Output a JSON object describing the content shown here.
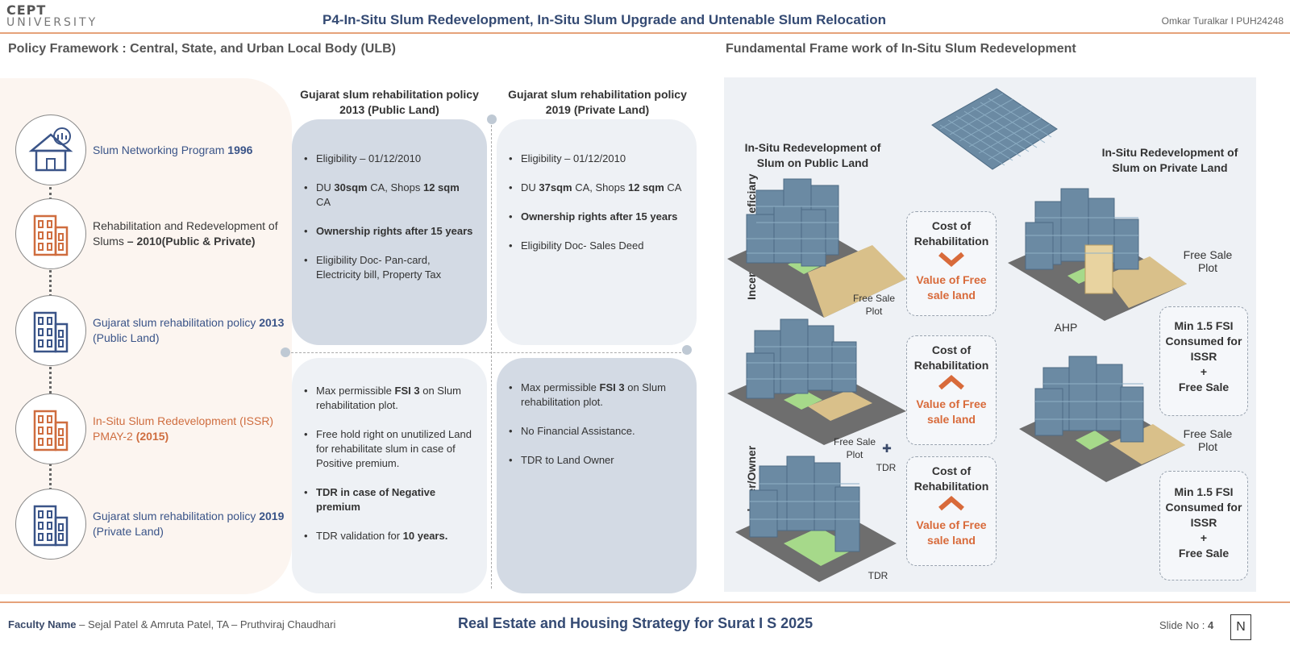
{
  "header": {
    "logo_line1": "CEPT",
    "logo_line2": "UNIVERSITY",
    "title": "P4-In-Situ Slum Redevelopment, In-Situ Slum Upgrade and Untenable Slum Relocation",
    "author": "Omkar Turalkar I PUH24248"
  },
  "sections": {
    "left_title": "Policy Framework : Central, State, and Urban Local Body (ULB)",
    "right_title": "Fundamental Frame work of In-Situ Slum Redevelopment"
  },
  "timeline": [
    {
      "icon": "house-growth-icon",
      "parts": [
        {
          "t": "Slum Networking Program ",
          "b": false
        },
        {
          "t": "1996",
          "b": true
        }
      ],
      "color": "#3a5488"
    },
    {
      "icon": "building-icon",
      "parts": [
        {
          "t": "Rehabilitation and Redevelopment of Slums ",
          "b": false
        },
        {
          "t": "– 2010(Public & Private)",
          "b": true
        }
      ],
      "color": "#3a3a3a"
    },
    {
      "icon": "building-icon",
      "parts": [
        {
          "t": "Gujarat slum rehabilitation policy ",
          "b": false
        },
        {
          "t": "2013",
          "b": true
        },
        {
          "t": " (Public Land)",
          "b": false
        }
      ],
      "color": "#3a5488"
    },
    {
      "icon": "building-icon",
      "parts": [
        {
          "t": "In-Situ Slum Redevelopment (ISSR) PMAY-2 ",
          "b": false
        },
        {
          "t": "(2015)",
          "b": true
        }
      ],
      "color": "#cf6d3f"
    },
    {
      "icon": "building-icon",
      "parts": [
        {
          "t": "Gujarat slum rehabilitation policy ",
          "b": false
        },
        {
          "t": "2019",
          "b": true
        },
        {
          "t": " (Private Land)",
          "b": false
        }
      ],
      "color": "#3a5488"
    }
  ],
  "policies": {
    "public_head": "Gujarat slum rehabilitation policy 2013 (Public Land)",
    "private_head": "Gujarat slum rehabilitation policy 2019 (Private Land)",
    "public_beneficiary": [
      {
        "parts": [
          {
            "t": "Eligibility – 01/12/2010",
            "b": false
          }
        ]
      },
      {
        "parts": [
          {
            "t": "DU ",
            "b": false
          },
          {
            "t": "30sqm",
            "b": true
          },
          {
            "t": " CA, Shops ",
            "b": false
          },
          {
            "t": "12 sqm",
            "b": true
          },
          {
            "t": " CA",
            "b": false
          }
        ]
      },
      {
        "parts": [
          {
            "t": "Ownership rights after 15 years",
            "b": true
          }
        ]
      },
      {
        "parts": [
          {
            "t": "Eligibility Doc- Pan-card, Electricity bill, Property Tax",
            "b": false
          }
        ]
      }
    ],
    "private_beneficiary": [
      {
        "parts": [
          {
            "t": "Eligibility – 01/12/2010",
            "b": false
          }
        ]
      },
      {
        "parts": [
          {
            "t": "DU ",
            "b": false
          },
          {
            "t": "37sqm",
            "b": true
          },
          {
            "t": " CA, Shops ",
            "b": false
          },
          {
            "t": "12 sqm",
            "b": true
          },
          {
            "t": " CA",
            "b": false
          }
        ]
      },
      {
        "parts": [
          {
            "t": "Ownership rights after 15 years",
            "b": true
          }
        ]
      },
      {
        "parts": [
          {
            "t": "Eligibility Doc- Sales Deed",
            "b": false
          }
        ]
      }
    ],
    "public_developer": [
      {
        "parts": [
          {
            "t": "Max permissible ",
            "b": false
          },
          {
            "t": "FSI 3",
            "b": true
          },
          {
            "t": " on Slum rehabilitation plot.",
            "b": false
          }
        ]
      },
      {
        "parts": [
          {
            "t": "Free hold right on unutilized Land for rehabilitate slum in case of Positive premium.",
            "b": false
          }
        ]
      },
      {
        "parts": [
          {
            "t": "TDR in case of Negative premium",
            "b": true
          }
        ]
      },
      {
        "parts": [
          {
            "t": "TDR validation for ",
            "b": false
          },
          {
            "t": "10 years.",
            "b": true
          }
        ]
      }
    ],
    "private_developer": [
      {
        "parts": [
          {
            "t": "Max permissible ",
            "b": false
          },
          {
            "t": "FSI 3",
            "b": true
          },
          {
            "t": " on Slum rehabilitation plot.",
            "b": false
          }
        ]
      },
      {
        "parts": [
          {
            "t": "No Financial Assistance.",
            "b": false
          }
        ]
      },
      {
        "parts": [
          {
            "t": "TDR to Land Owner",
            "b": false
          }
        ]
      }
    ]
  },
  "framework": {
    "public_heading": "In-Situ Redevelopment of Slum on Public Land",
    "private_heading": "In-Situ Redevelopment of Slum on Private Land",
    "row1_label": "Incentives - Beneficiary",
    "row2_label": "Developer/Owner",
    "cost_label": "Cost of Rehabilitation",
    "value_label": "Value of Free sale land",
    "free_sale_plot": "Free Sale Plot",
    "tdr": "TDR",
    "plus": "✚",
    "ahp": "AHP",
    "fsi_line1": "Min 1.5 FSI Consumed for ISSR",
    "fsi_plus": "+",
    "fsi_line2": "Free Sale",
    "colors": {
      "building": "#6b8aa3",
      "plot": "#d9c08a",
      "green": "#a6d98a",
      "ahp": "#e8d3a0",
      "arrow": "#d86a3a"
    }
  },
  "footer": {
    "faculty_label": "Faculty Name",
    "faculty": "  –  Sejal Patel & Amruta Patel, TA – Pruthviraj Chaudhari",
    "title": "Real Estate and Housing Strategy for Surat I S 2025",
    "slide_label": "Slide No : ",
    "slide_no": "4",
    "north": "N"
  }
}
